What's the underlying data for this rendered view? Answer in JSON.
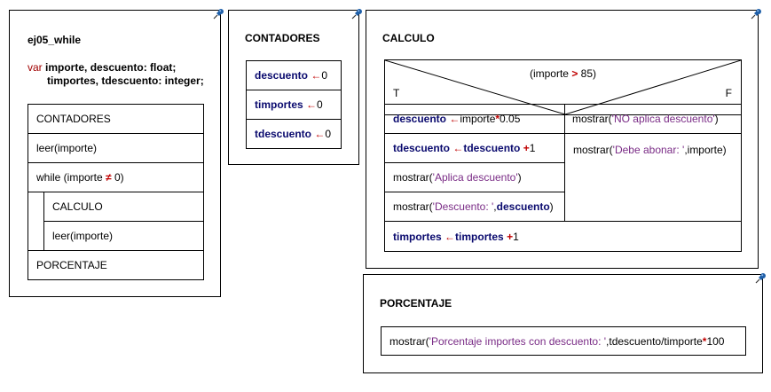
{
  "main": {
    "title": "ej05_while",
    "decl": {
      "var_kw": "var",
      "line1": "importe, descuento: float;",
      "line2": "timportes, tdescuento: integer;"
    },
    "rows": {
      "contadores": "CONTADORES",
      "leer1": "leer(importe)",
      "while_open": "while (importe ",
      "while_op": "≠",
      "while_close": " 0)",
      "calculo": "CALCULO",
      "leer2": "leer(importe)",
      "porcentaje": "PORCENTAJE"
    }
  },
  "contadores": {
    "title": "CONTADORES",
    "rows": [
      {
        "var": "descuento",
        "arrow": "←",
        "val": " 0"
      },
      {
        "var": "timportes",
        "arrow": "←",
        "val": " 0"
      },
      {
        "var": "tdescuento",
        "arrow": "←",
        "val": " 0"
      }
    ]
  },
  "calculo": {
    "title": "CALCULO",
    "cond_open": "(importe ",
    "cond_op": ">",
    "cond_close": " 85)",
    "true_label": "T",
    "false_label": "F",
    "t1": {
      "var": "descuento",
      "arrow": "←",
      "rest1": " importe ",
      "op": "*",
      "rest2": " 0.05"
    },
    "t2": {
      "var": "tdescuento",
      "arrow": "←",
      "var2": "tdescuento",
      "op": "+",
      "rest": " 1"
    },
    "t3": {
      "pre": "mostrar(",
      "str": "'Aplica descuento'",
      "post": ")"
    },
    "t4": {
      "pre": "mostrar(",
      "str": "'Descuento: '",
      "mid": ",",
      "var": "descuento",
      "post": ")"
    },
    "f1": {
      "pre": "mostrar(",
      "str": "'NO aplica descuento'",
      "post": ")"
    },
    "f2": {
      "pre": "mostrar(",
      "str": "'Debe abonar: '",
      "post": ",importe)"
    },
    "bottom": {
      "var": "timportes",
      "arrow": "←",
      "var2": "timportes",
      "op": "+",
      "rest": " 1"
    }
  },
  "porcentaje": {
    "title": "PORCENTAJE",
    "pre": "mostrar(",
    "str": "'Porcentaje importes con descuento: '",
    "mid": ",tdescuento/timporte",
    "op": "*",
    "post": "100"
  },
  "icons": {
    "pin": "pushpin-icon",
    "pin_color": "#1f5fa8"
  }
}
